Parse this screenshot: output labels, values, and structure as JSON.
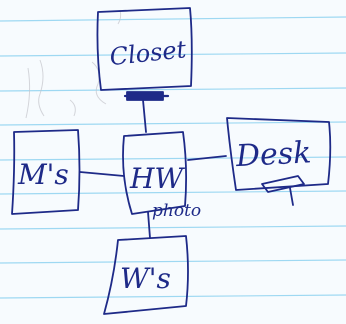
{
  "sketch": {
    "boxes": {
      "closet": "Closet",
      "ms": "M's",
      "hw": "HW",
      "desk": "Desk",
      "ws": "W's"
    },
    "annotations": {
      "photo": "photo"
    }
  },
  "colors": {
    "ink": "#1e2a88",
    "rule_line": "#8fd3f0",
    "faint_text": "#b8b8c0"
  }
}
